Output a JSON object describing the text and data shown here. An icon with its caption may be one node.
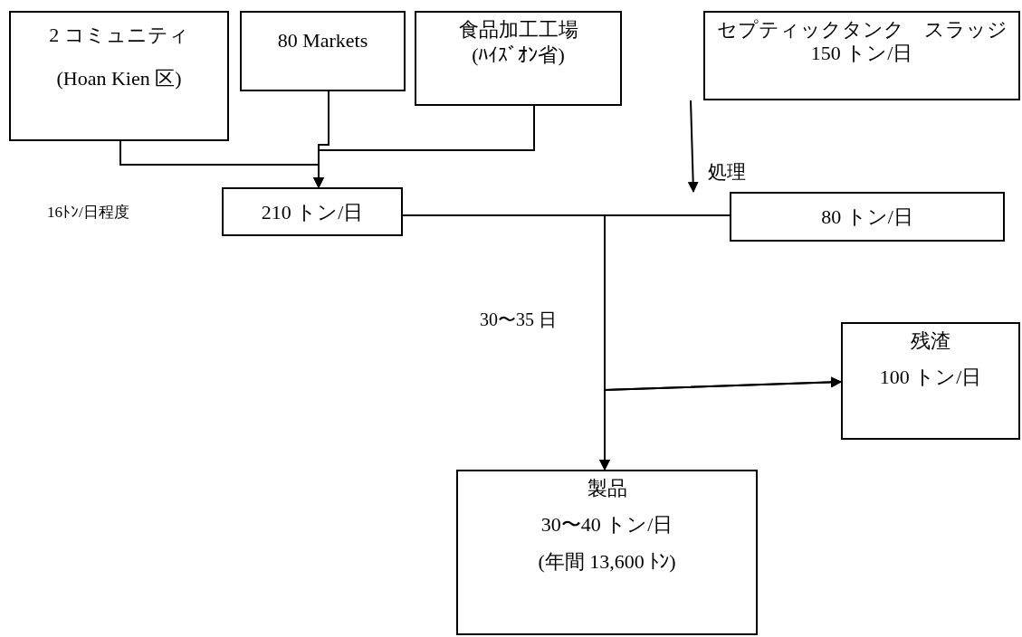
{
  "diagram": {
    "nodes": [
      {
        "text": [
          "2 コミュニティ",
          "(Hoan Kien 区)"
        ]
      },
      {
        "text": [
          "80 Markets"
        ]
      },
      {
        "text": [
          "食品加工工場",
          "(ﾊｲｽﾞｵﾝ省)"
        ]
      },
      {
        "text": [
          "セプティックタンク　スラッジ 150 トン/日"
        ]
      },
      {
        "text": [
          "210 トン/日"
        ]
      },
      {
        "text": [
          "80 トン/日"
        ]
      },
      {
        "text": [
          "残渣",
          "100 トン/日"
        ]
      },
      {
        "text": [
          "製品",
          "30〜40 トン/日",
          "(年間 13,600 ﾄﾝ)"
        ]
      }
    ],
    "edges": [
      {
        "from": 0,
        "to": 4,
        "arrow": "to"
      },
      {
        "from": 1,
        "to": 4,
        "arrow": "to"
      },
      {
        "from": 2,
        "to": 4,
        "arrow": "to"
      },
      {
        "from": 3,
        "to": 5,
        "arrow": "to",
        "label": "処理"
      },
      {
        "from": 4,
        "to": 7,
        "arrow": "to"
      },
      {
        "from": 5,
        "to": 7,
        "arrow": "to"
      },
      {
        "from": 4,
        "to": 6,
        "arrow": "to"
      },
      {
        "from": 5,
        "to": 6,
        "arrow": "to"
      }
    ],
    "labels": [
      "16ﾄﾝ/日程度",
      "30〜35 日"
    ]
  }
}
